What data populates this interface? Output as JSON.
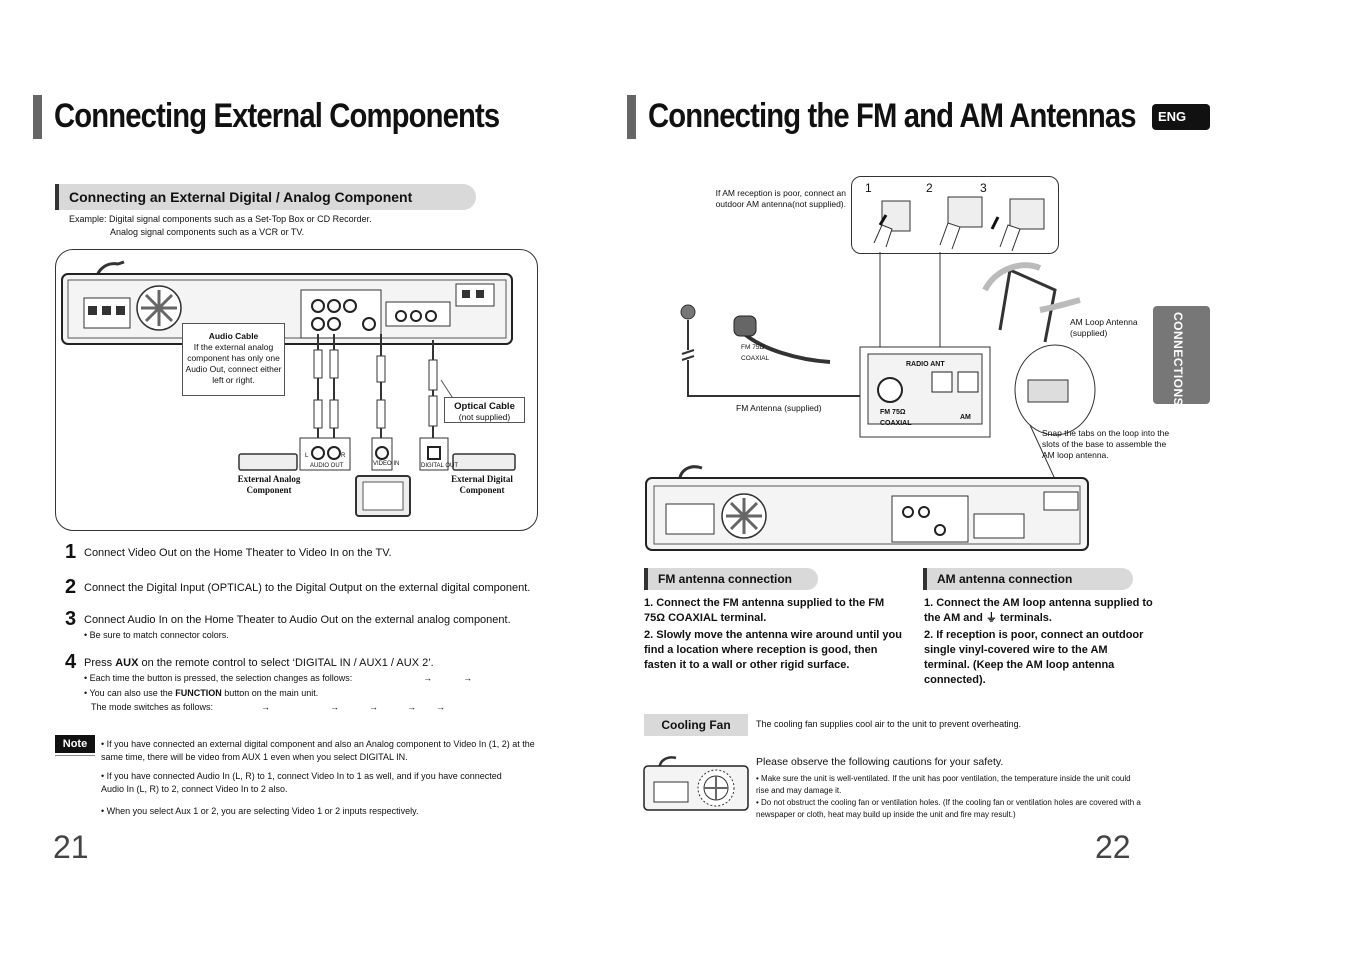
{
  "left": {
    "title": "Connecting External Components",
    "section": "Connecting an External Digital / Analog Component",
    "example_line1": "Example: Digital signal components such as a Set-Top Box or CD Recorder.",
    "example_line2": "Analog signal components such as a VCR or TV.",
    "audio_cable_title": "Audio Cable",
    "audio_cable_text": "If the external analog component has only one Audio Out, connect either left or right.",
    "optical_cable_title": "Optical Cable",
    "optical_cable_sub": "(not supplied)",
    "audio_out_l": "L",
    "audio_out_r": "R",
    "audio_out_label": "AUDIO OUT",
    "video_in_label": "VIDEO IN",
    "digital_out_label": "DIGITAL OUT",
    "ext_analog_label": "External Analog Component",
    "ext_digital_label": "External Digital Component",
    "steps": [
      {
        "num": "1",
        "text": "Connect Video Out on the Home Theater to Video In on the TV."
      },
      {
        "num": "2",
        "text": "Connect the Digital Input (OPTICAL) to the Digital Output on the external digital component."
      },
      {
        "num": "3",
        "text": "Connect Audio In on the Home Theater to Audio Out on the external analog component."
      },
      {
        "num": "4",
        "text_pre": "Press ",
        "text_bold": "AUX",
        "text_post": " on the remote control to select ‘DIGITAL IN / AUX1 / AUX 2’."
      }
    ],
    "step3_bullet": "Be sure to match connector colors.",
    "step4_bullet1": "Each time the button is pressed, the selection changes as follows:",
    "step4_bullet2_pre": "You can also use the ",
    "step4_bullet2_bold": "FUNCTION",
    "step4_bullet2_post": " button on the main unit.",
    "step4_bullet3": "The mode switches as follows:",
    "arrow": "→",
    "note_label": "Note",
    "notes": [
      "If you have connected an external digital component and also an Analog component to Video In (1, 2) at the same time, there will be video from AUX 1 even when you select DIGITAL IN.",
      "If you have connected Audio In (L, R) to 1, connect Video In to 1 as well, and if you have connected Audio In (L, R) to 2, connect Video In to 2 also.",
      "When you select Aux 1 or 2, you are selecting Video 1 or 2 inputs respectively."
    ],
    "page_number": "21"
  },
  "right": {
    "title": "Connecting the FM and AM Antennas",
    "eng_badge": "ENG",
    "side_tab": "CONNECTIONS",
    "am_poor_note": "If AM reception is poor, connect an outdoor AM antenna(not supplied).",
    "snap_steps": [
      "1",
      "2",
      "3"
    ],
    "am_loop_label": "AM Loop Antenna (supplied)",
    "fm_label": "FM 75Ω COAXIAL",
    "fm_antenna_label": "FM Antenna (supplied)",
    "radio_ant": "RADIO ANT",
    "fm_coaxial": "FM 75Ω COAXIAL",
    "am": "AM",
    "snap_note": "Snap the tabs on the loop into the slots of the base to assemble the AM loop antenna.",
    "fm_section": "FM antenna connection",
    "am_section": "AM antenna connection",
    "fm_steps": [
      "1. Connect the FM antenna supplied to the FM 75Ω COAXIAL terminal.",
      "2. Slowly move the antenna wire around until you find a location where reception is good, then fasten it to a wall or other rigid surface."
    ],
    "am_steps": [
      "1. Connect the AM loop antenna supplied to the AM and ⏚ terminals.",
      "2. If reception is poor, connect an outdoor single vinyl-covered wire to the AM terminal. (Keep the AM loop antenna connected)."
    ],
    "cooling_label": "Cooling Fan",
    "cooling_text": "The cooling fan supplies cool air to the unit to  prevent overheating.",
    "caution_title": "Please observe the following cautions for your safety.",
    "cautions": [
      "Make sure the unit is well-ventilated. If the unit has poor ventilation, the temperature inside the unit could rise and may damage it.",
      "Do not obstruct the cooling fan or ventilation holes. (If the cooling fan or ventilation holes are covered with a newspaper or cloth, heat may build up inside the unit and fire may result.)"
    ],
    "page_number": "22"
  }
}
